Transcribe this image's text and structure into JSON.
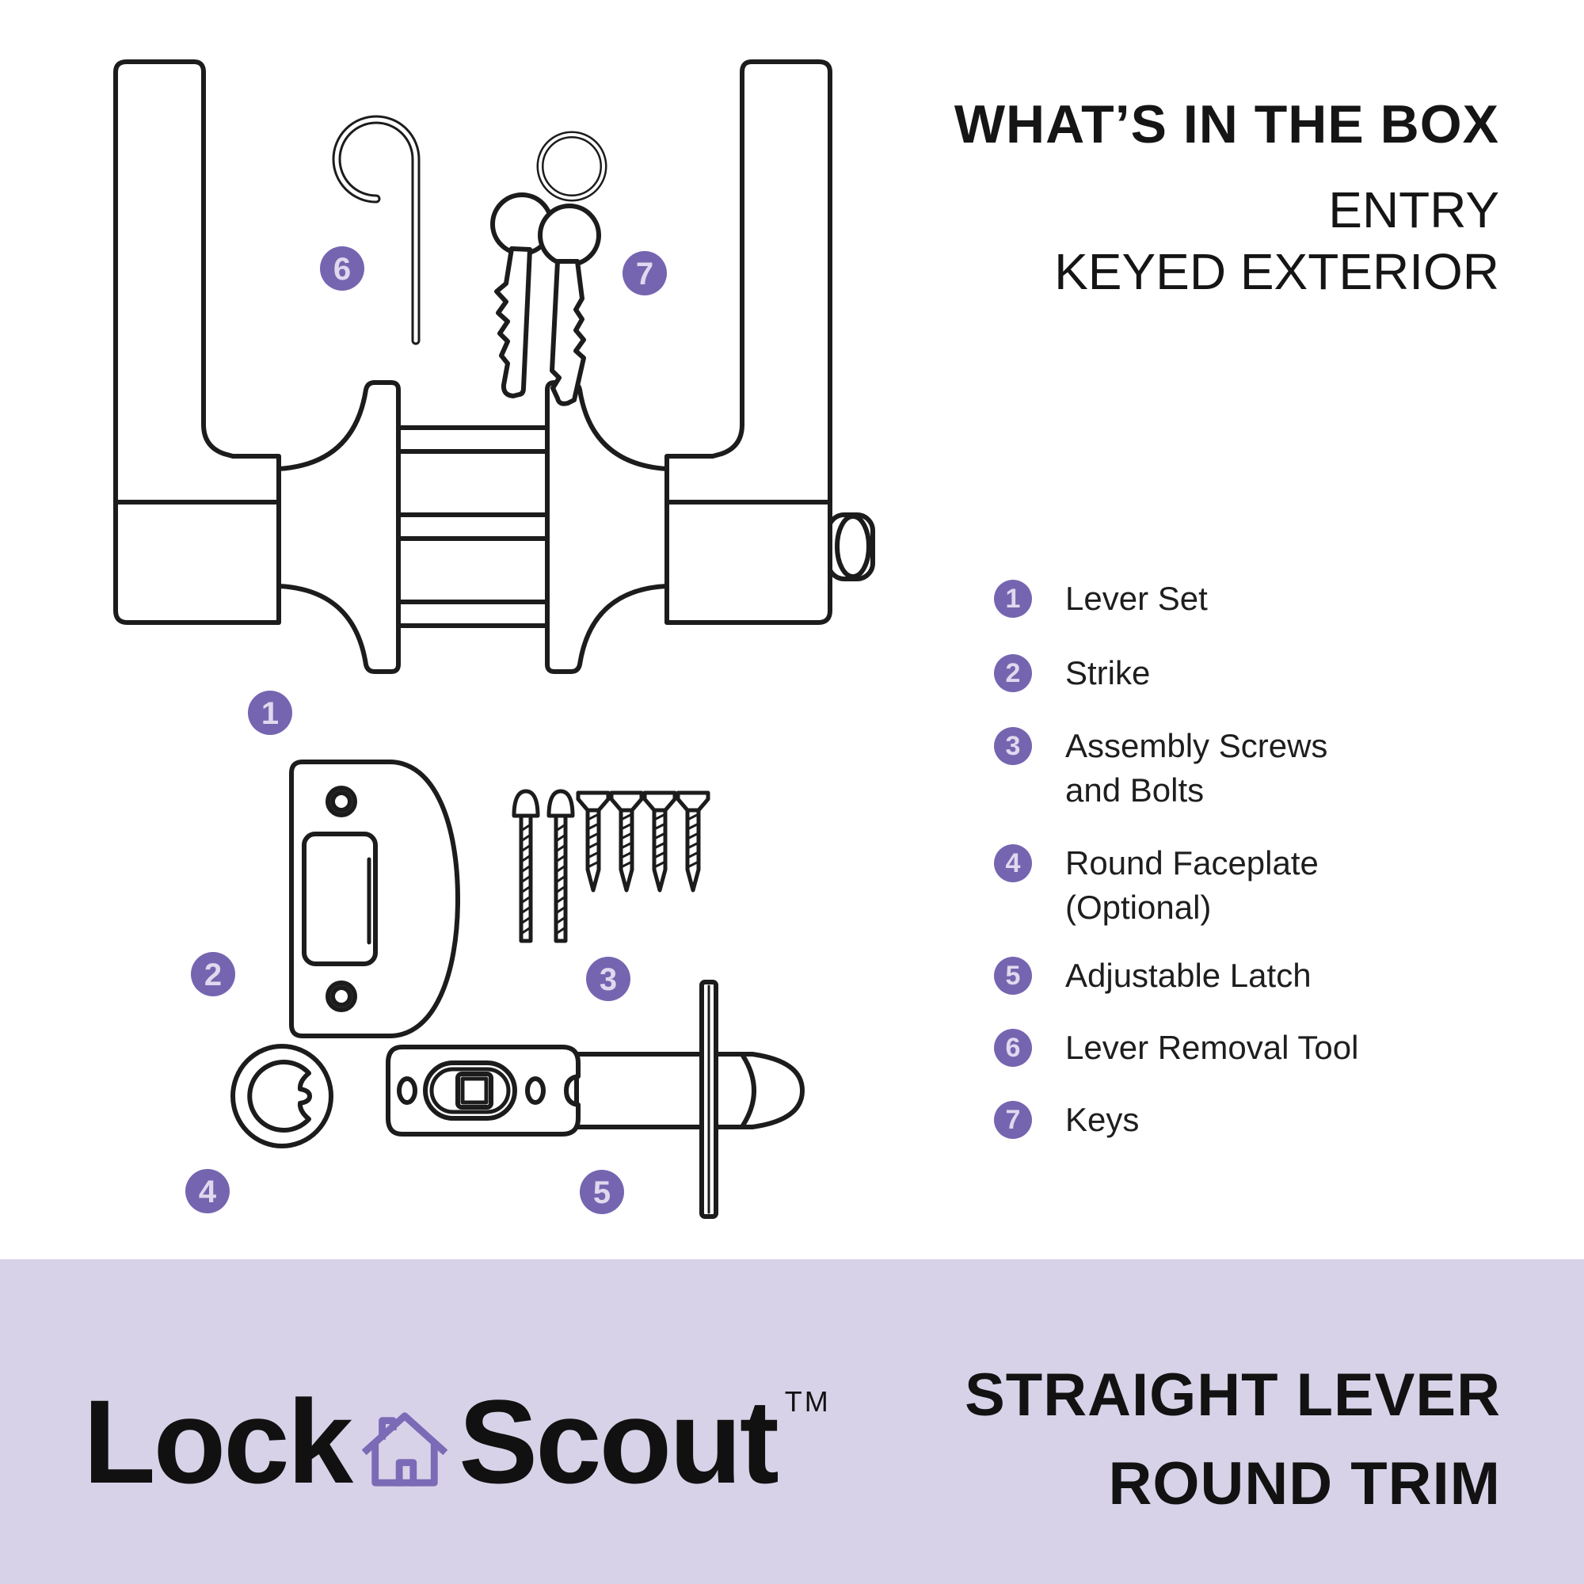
{
  "header": {
    "title": "WHAT’S IN THE BOX",
    "subtitle_line1": "ENTRY",
    "subtitle_line2": "KEYED EXTERIOR"
  },
  "legend": {
    "items": [
      {
        "num": "1",
        "label": "Lever Set"
      },
      {
        "num": "2",
        "label": "Strike"
      },
      {
        "num": "3",
        "label": "Assembly Screws",
        "label2": "and Bolts"
      },
      {
        "num": "4",
        "label": "Round Faceplate",
        "label2": "(Optional)"
      },
      {
        "num": "5",
        "label": "Adjustable Latch"
      },
      {
        "num": "6",
        "label": "Lever Removal Tool"
      },
      {
        "num": "7",
        "label": "Keys"
      }
    ]
  },
  "diagram": {
    "badges": [
      "1",
      "2",
      "3",
      "4",
      "5",
      "6",
      "7"
    ],
    "parts": [
      "lever-set",
      "strike",
      "assembly-screws-and-bolts",
      "round-faceplate",
      "adjustable-latch",
      "lever-removal-tool",
      "keys"
    ]
  },
  "footer": {
    "brand_word1": "Lock",
    "brand_word2": "Scout",
    "trademark": "TM",
    "product_line1": "STRAIGHT LEVER",
    "product_line2": "ROUND TRIM"
  },
  "colors": {
    "purple": "#7565b0",
    "badge_text": "#ded9ee",
    "band": "#d8d2e8",
    "ink": "#1c1c1c",
    "icon_purple": "#7b6ab6"
  }
}
